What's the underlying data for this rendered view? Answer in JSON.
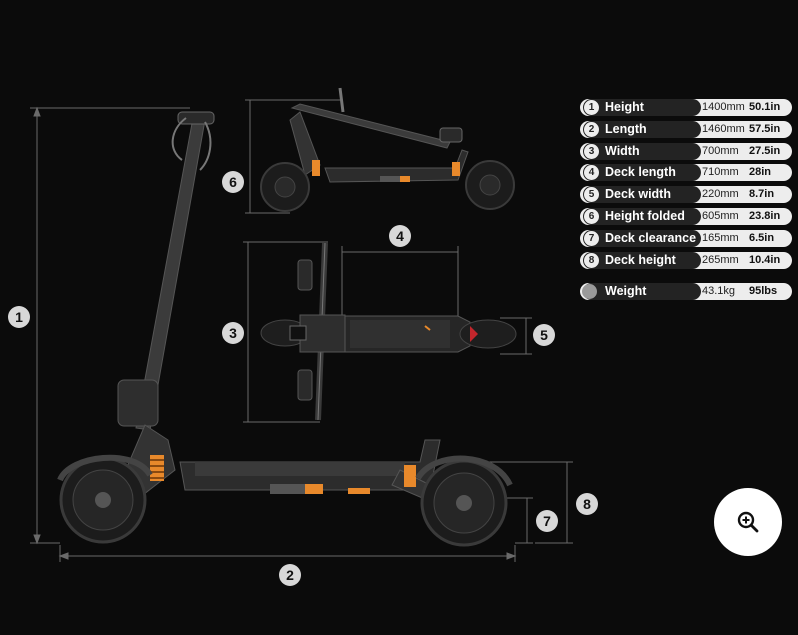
{
  "specs": [
    {
      "num": "1",
      "name": "Height",
      "mm": "1400mm",
      "in": "50.1in"
    },
    {
      "num": "2",
      "name": "Length",
      "mm": "1460mm",
      "in": "57.5in"
    },
    {
      "num": "3",
      "name": "Width",
      "mm": "700mm",
      "in": "27.5in"
    },
    {
      "num": "4",
      "name": "Deck length",
      "mm": "710mm",
      "in": "28in"
    },
    {
      "num": "5",
      "name": "Deck width",
      "mm": "220mm",
      "in": "8.7in"
    },
    {
      "num": "6",
      "name": "Height folded",
      "mm": "605mm",
      "in": "23.8in"
    },
    {
      "num": "7",
      "name": "Deck clearance",
      "mm": "165mm",
      "in": "6.5in"
    },
    {
      "num": "8",
      "name": "Deck height",
      "mm": "265mm",
      "in": "10.4in"
    }
  ],
  "weight": {
    "name": "Weight",
    "kg": "43.1kg",
    "lbs": "95lbs"
  },
  "badges": [
    "1",
    "2",
    "3",
    "4",
    "5",
    "6",
    "7",
    "8"
  ],
  "zoom": {
    "icon": "zoom-in-icon"
  },
  "colors": {
    "background": "#0b0b0b",
    "accent": "#e8892b",
    "label_bg": "#232323",
    "row_bg": "#ededed"
  }
}
